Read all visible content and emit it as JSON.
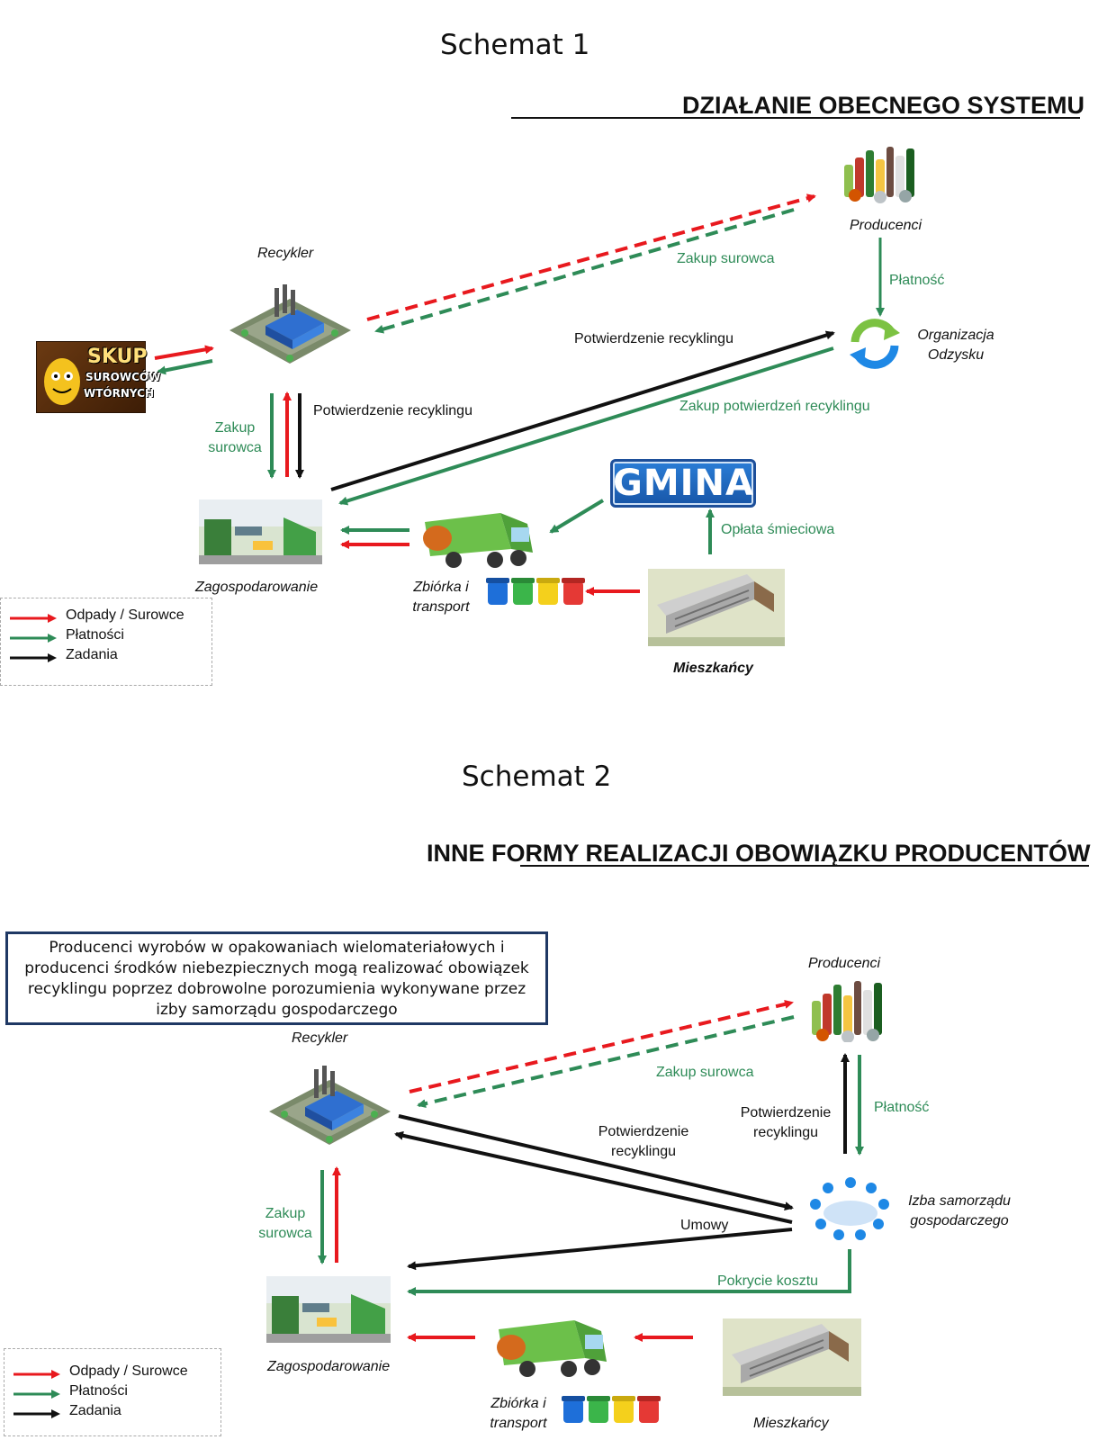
{
  "schema1": {
    "title": "Schemat 1",
    "section_title": "DZIAŁANIE OBECNEGO SYSTEMU",
    "nodes": {
      "producers": "Producenci",
      "recycler": "Recykler",
      "organization_line1": "Organizacja",
      "organization_line2": "Odzysku",
      "management": "Zagospodarowanie",
      "collection_line1": "Zbiórka i",
      "collection_line2": "transport",
      "residents": "Mieszkańcy",
      "gmina": "GMINA",
      "skup_line1": "SKUP",
      "skup_line2": "SUROWCÓW",
      "skup_line3": "WTÓRNYCH"
    },
    "edges": {
      "raw_purchase_top": "Zakup surowca",
      "payment": "Płatność",
      "recycling_confirmation_top": "Potwierdzenie recyklingu",
      "confirmation_purchase": "Zakup potwierdzeń recyklingu",
      "raw_purchase_left_line1": "Zakup",
      "raw_purchase_left_line2": "surowca",
      "recycling_confirmation_left": "Potwierdzenie recyklingu",
      "waste_fee": "Opłata śmieciowa"
    },
    "legend": [
      "Odpady / Surowce",
      "Płatności",
      "Zadania"
    ]
  },
  "schema2": {
    "title": "Schemat 2",
    "section_title": "INNE FORMY REALIZACJI OBOWIĄZKU PRODUCENTÓW",
    "info_box": "Producenci wyrobów w opakowaniach wielomateriałowych i producenci środków niebezpiecznych mogą realizować obowiązek recyklingu poprzez dobrowolne porozumienia wykonywane przez izby samorządu gospodarczego",
    "nodes": {
      "producers": "Producenci",
      "recycler": "Recykler",
      "chamber_line1": "Izba samorządu",
      "chamber_line2": "gospodarczego",
      "management": "Zagospodarowanie",
      "collection_line1": "Zbiórka i",
      "collection_line2": "transport",
      "residents": "Mieszkańcy"
    },
    "edges": {
      "raw_purchase_top": "Zakup surowca",
      "confirmation_mid_line1": "Potwierdzenie",
      "confirmation_mid_line2": "recyklingu",
      "confirmation_right_line1": "Potwierdzenie",
      "confirmation_right_line2": "recyklingu",
      "payment": "Płatność",
      "contracts": "Umowy",
      "raw_purchase_left_line1": "Zakup",
      "raw_purchase_left_line2": "surowca",
      "cost_coverage": "Pokrycie kosztu"
    },
    "legend": [
      "Odpady / Surowce",
      "Płatności",
      "Zadania"
    ]
  },
  "colors": {
    "waste": "#e8191e",
    "payment": "#2e8b57",
    "task": "#111111",
    "infobox_border": "#1f3864"
  }
}
